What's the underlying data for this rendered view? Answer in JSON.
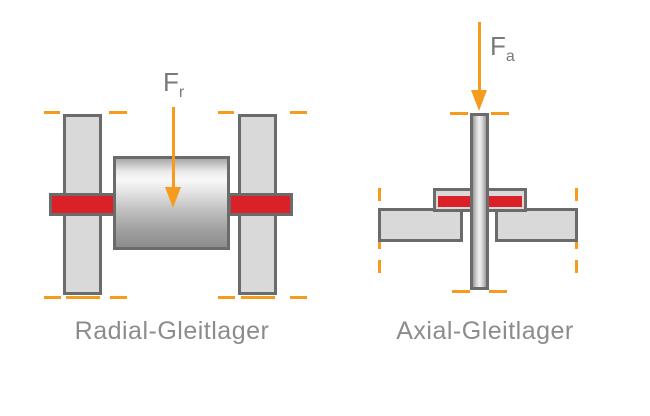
{
  "diagrams": [
    {
      "id": "radial",
      "caption": "Radial-Gleitlager",
      "force": {
        "symbol": "F",
        "subscript": "r"
      }
    },
    {
      "id": "axial",
      "caption": "Axial-Gleitlager",
      "force": {
        "symbol": "F",
        "subscript": "a"
      }
    }
  ],
  "colors": {
    "accent_orange": "#F59B1E",
    "bearing_red": "#DA2128",
    "outline_gray": "#6B6B6B",
    "fill_gray": "#D9D9D9",
    "caption_gray": "#8C8C8C"
  }
}
